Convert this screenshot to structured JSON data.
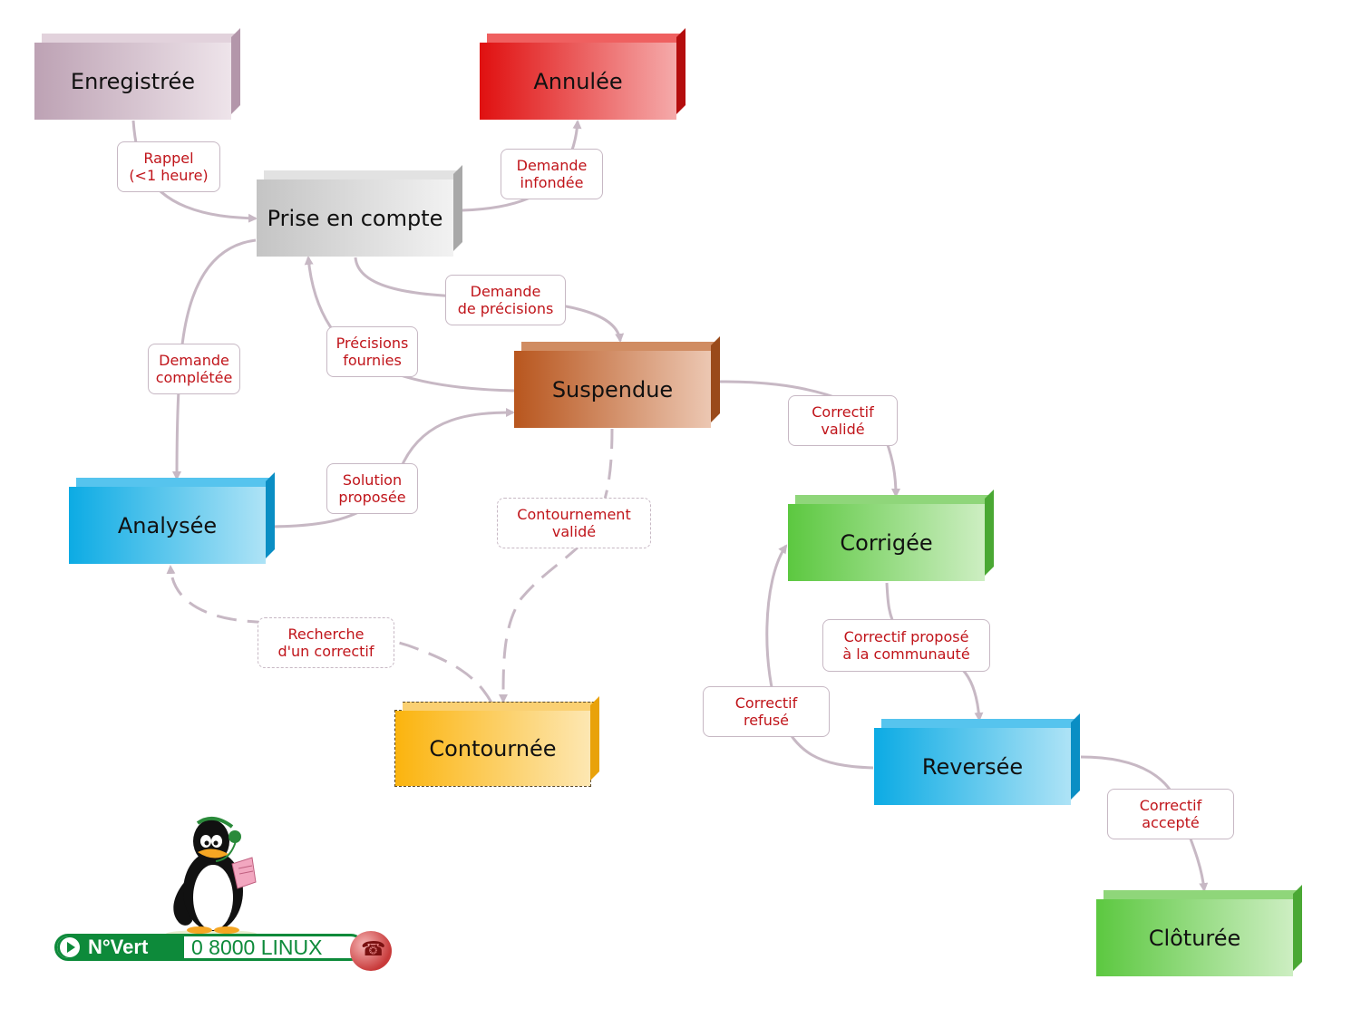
{
  "states": {
    "enregistree": "Enregistrée",
    "annulee": "Annulée",
    "prise_en_compte": "Prise en compte",
    "suspendue": "Suspendue",
    "analysee": "Analysée",
    "corrigee": "Corrigée",
    "contournee": "Contournée",
    "reversee": "Reversée",
    "cloturee": "Clôturée"
  },
  "transitions": {
    "rappel": [
      "Rappel",
      "(<1 heure)"
    ],
    "demande_infondee": [
      "Demande",
      "infondée"
    ],
    "demande_precisions": [
      "Demande",
      "de précisions"
    ],
    "precisions_fournies": [
      "Précisions",
      "fournies"
    ],
    "demande_completee": [
      "Demande",
      "complétée"
    ],
    "correctif_valide": [
      "Correctif",
      "validé"
    ],
    "solution_proposee": [
      "Solution",
      "proposée"
    ],
    "contournement_valide": [
      "Contournement",
      "validé"
    ],
    "recherche_correctif": [
      "Recherche",
      "d'un correctif"
    ],
    "correctif_propose": [
      "Correctif proposé",
      "à la communauté"
    ],
    "correctif_refuse": [
      "Correctif",
      "refusé"
    ],
    "correctif_accepte": [
      "Correctif",
      "accepté"
    ]
  },
  "badge": {
    "label": "N°Vert",
    "number": "0 8000 LINUX"
  },
  "colors": {
    "edge": "#c7b8c4",
    "label_text": "#c0141a"
  }
}
